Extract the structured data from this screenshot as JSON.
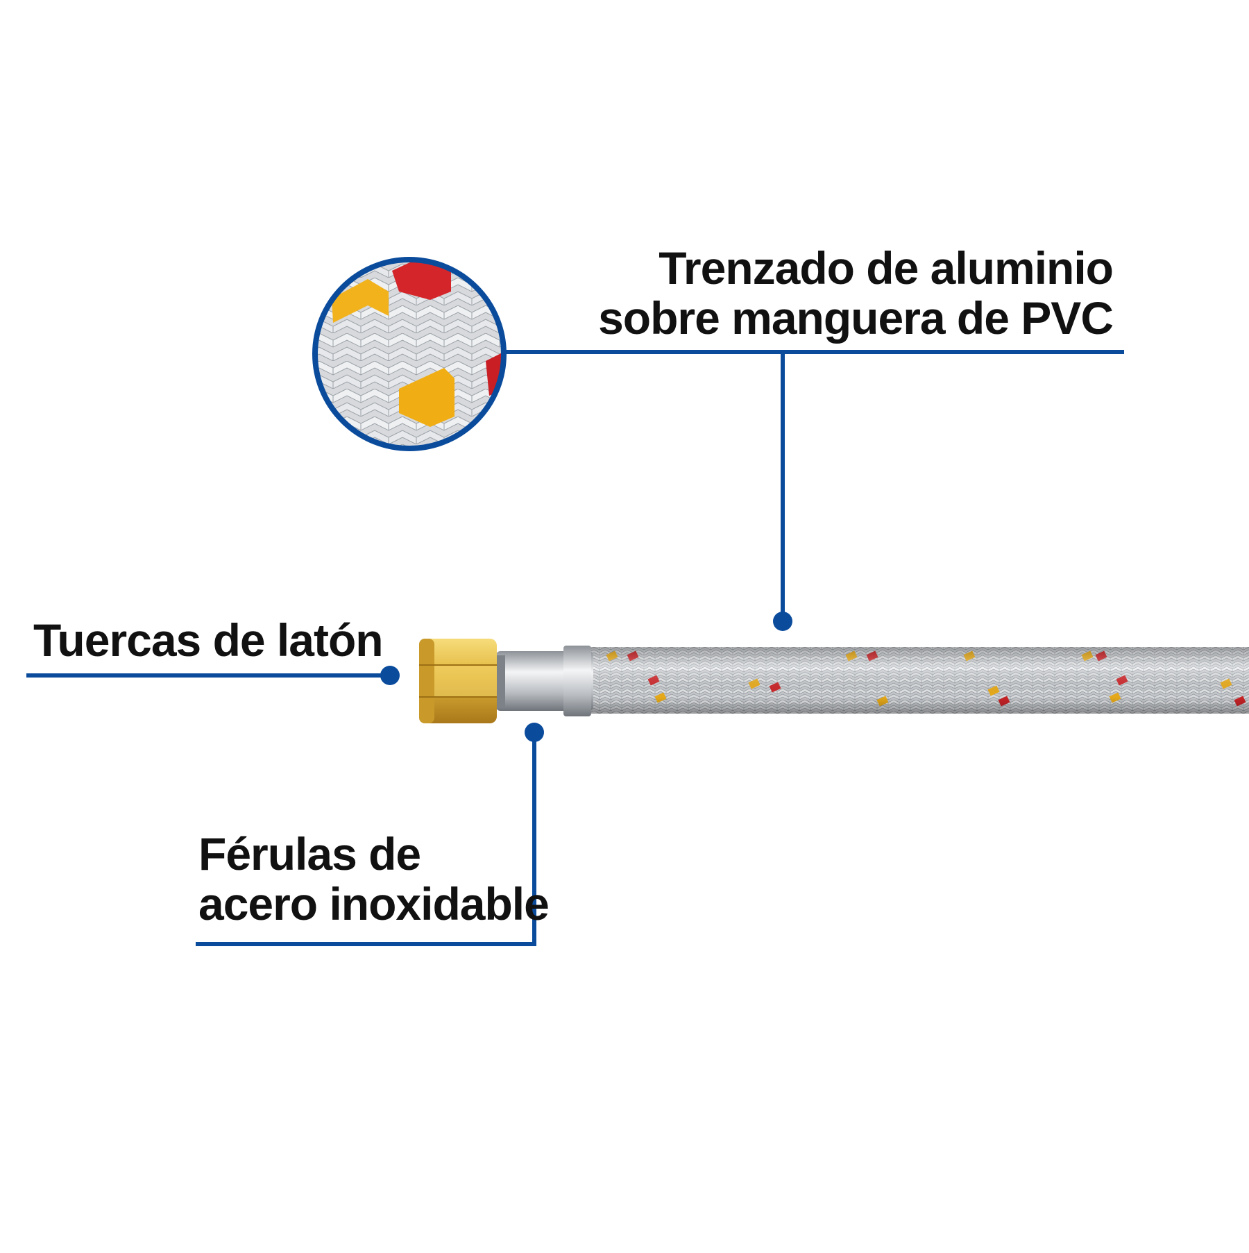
{
  "callouts": {
    "braid": {
      "lines": [
        "Trenzado de aluminio",
        "sobre manguera de PVC"
      ]
    },
    "nuts": {
      "lines": [
        "Tuercas de latón"
      ]
    },
    "ferrules": {
      "lines": [
        "Férulas de",
        "acero inoxidable"
      ]
    }
  },
  "colors": {
    "background": "#ffffff",
    "callout_line": "#0a4b9c",
    "text": "#111111",
    "brass": "#e0b43a",
    "steel": "#c9ccd0",
    "braid_red": "#d4262a",
    "braid_yellow": "#f2b21b"
  }
}
